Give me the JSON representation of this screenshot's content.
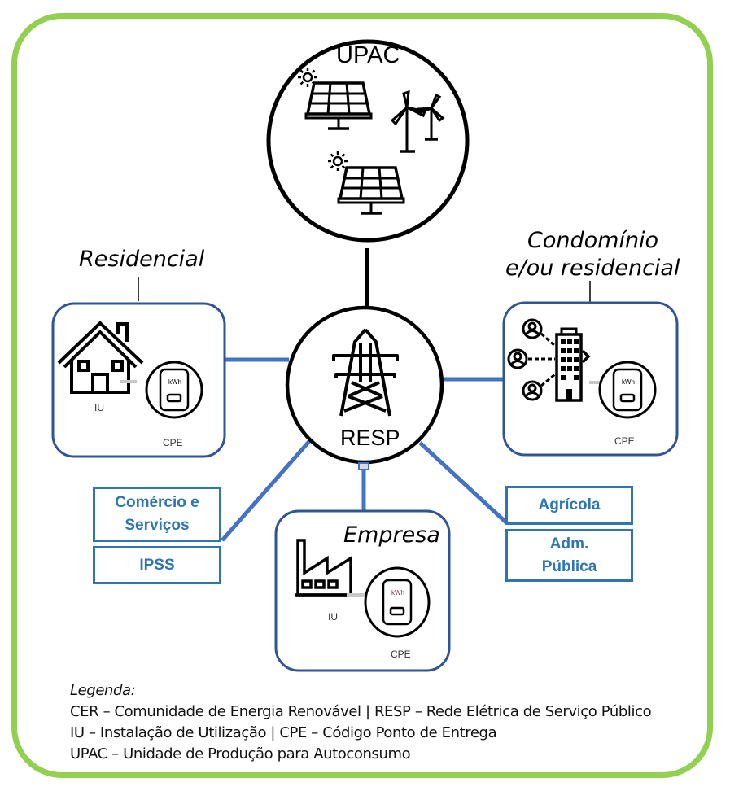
{
  "diagram": {
    "upac": {
      "title": "UPAC",
      "icons": [
        "solar-panel",
        "wind-turbine",
        "solar-panel"
      ]
    },
    "resp": {
      "title": "RESP",
      "icon": "transmission-tower"
    },
    "nodes": [
      {
        "id": "residencial",
        "title": "Residencial",
        "iu_label": "IU",
        "cpe_label": "CPE",
        "meter_label": "kWh"
      },
      {
        "id": "condominio",
        "title_line1": "Condomínio",
        "title_line2": "e/ou residencial",
        "cpe_label": "CPE",
        "meter_label": "kWh"
      },
      {
        "id": "empresa",
        "title": "Empresa",
        "iu_label": "IU",
        "cpe_label": "CPE",
        "meter_label": "kWh"
      }
    ],
    "tags_left": [
      {
        "line1": "Comércio e",
        "line2": "Serviços"
      },
      {
        "line1": "IPSS"
      }
    ],
    "tags_right": [
      {
        "line1": "Agrícola"
      },
      {
        "line1": "Adm.",
        "line2": "Pública"
      }
    ],
    "colors": {
      "frame": "#92d050",
      "box_border": "#2f5597",
      "link": "#4472c4",
      "tag": "#2e75b6"
    }
  },
  "legend": {
    "title": "Legenda:",
    "lines": [
      "CER – Comunidade de Energia Renovável | RESP – Rede Elétrica de Serviço Público",
      "IU – Instalação de Utilização | CPE – Código Ponto de Entrega",
      "UPAC – Unidade de Produção para Autoconsumo"
    ]
  }
}
